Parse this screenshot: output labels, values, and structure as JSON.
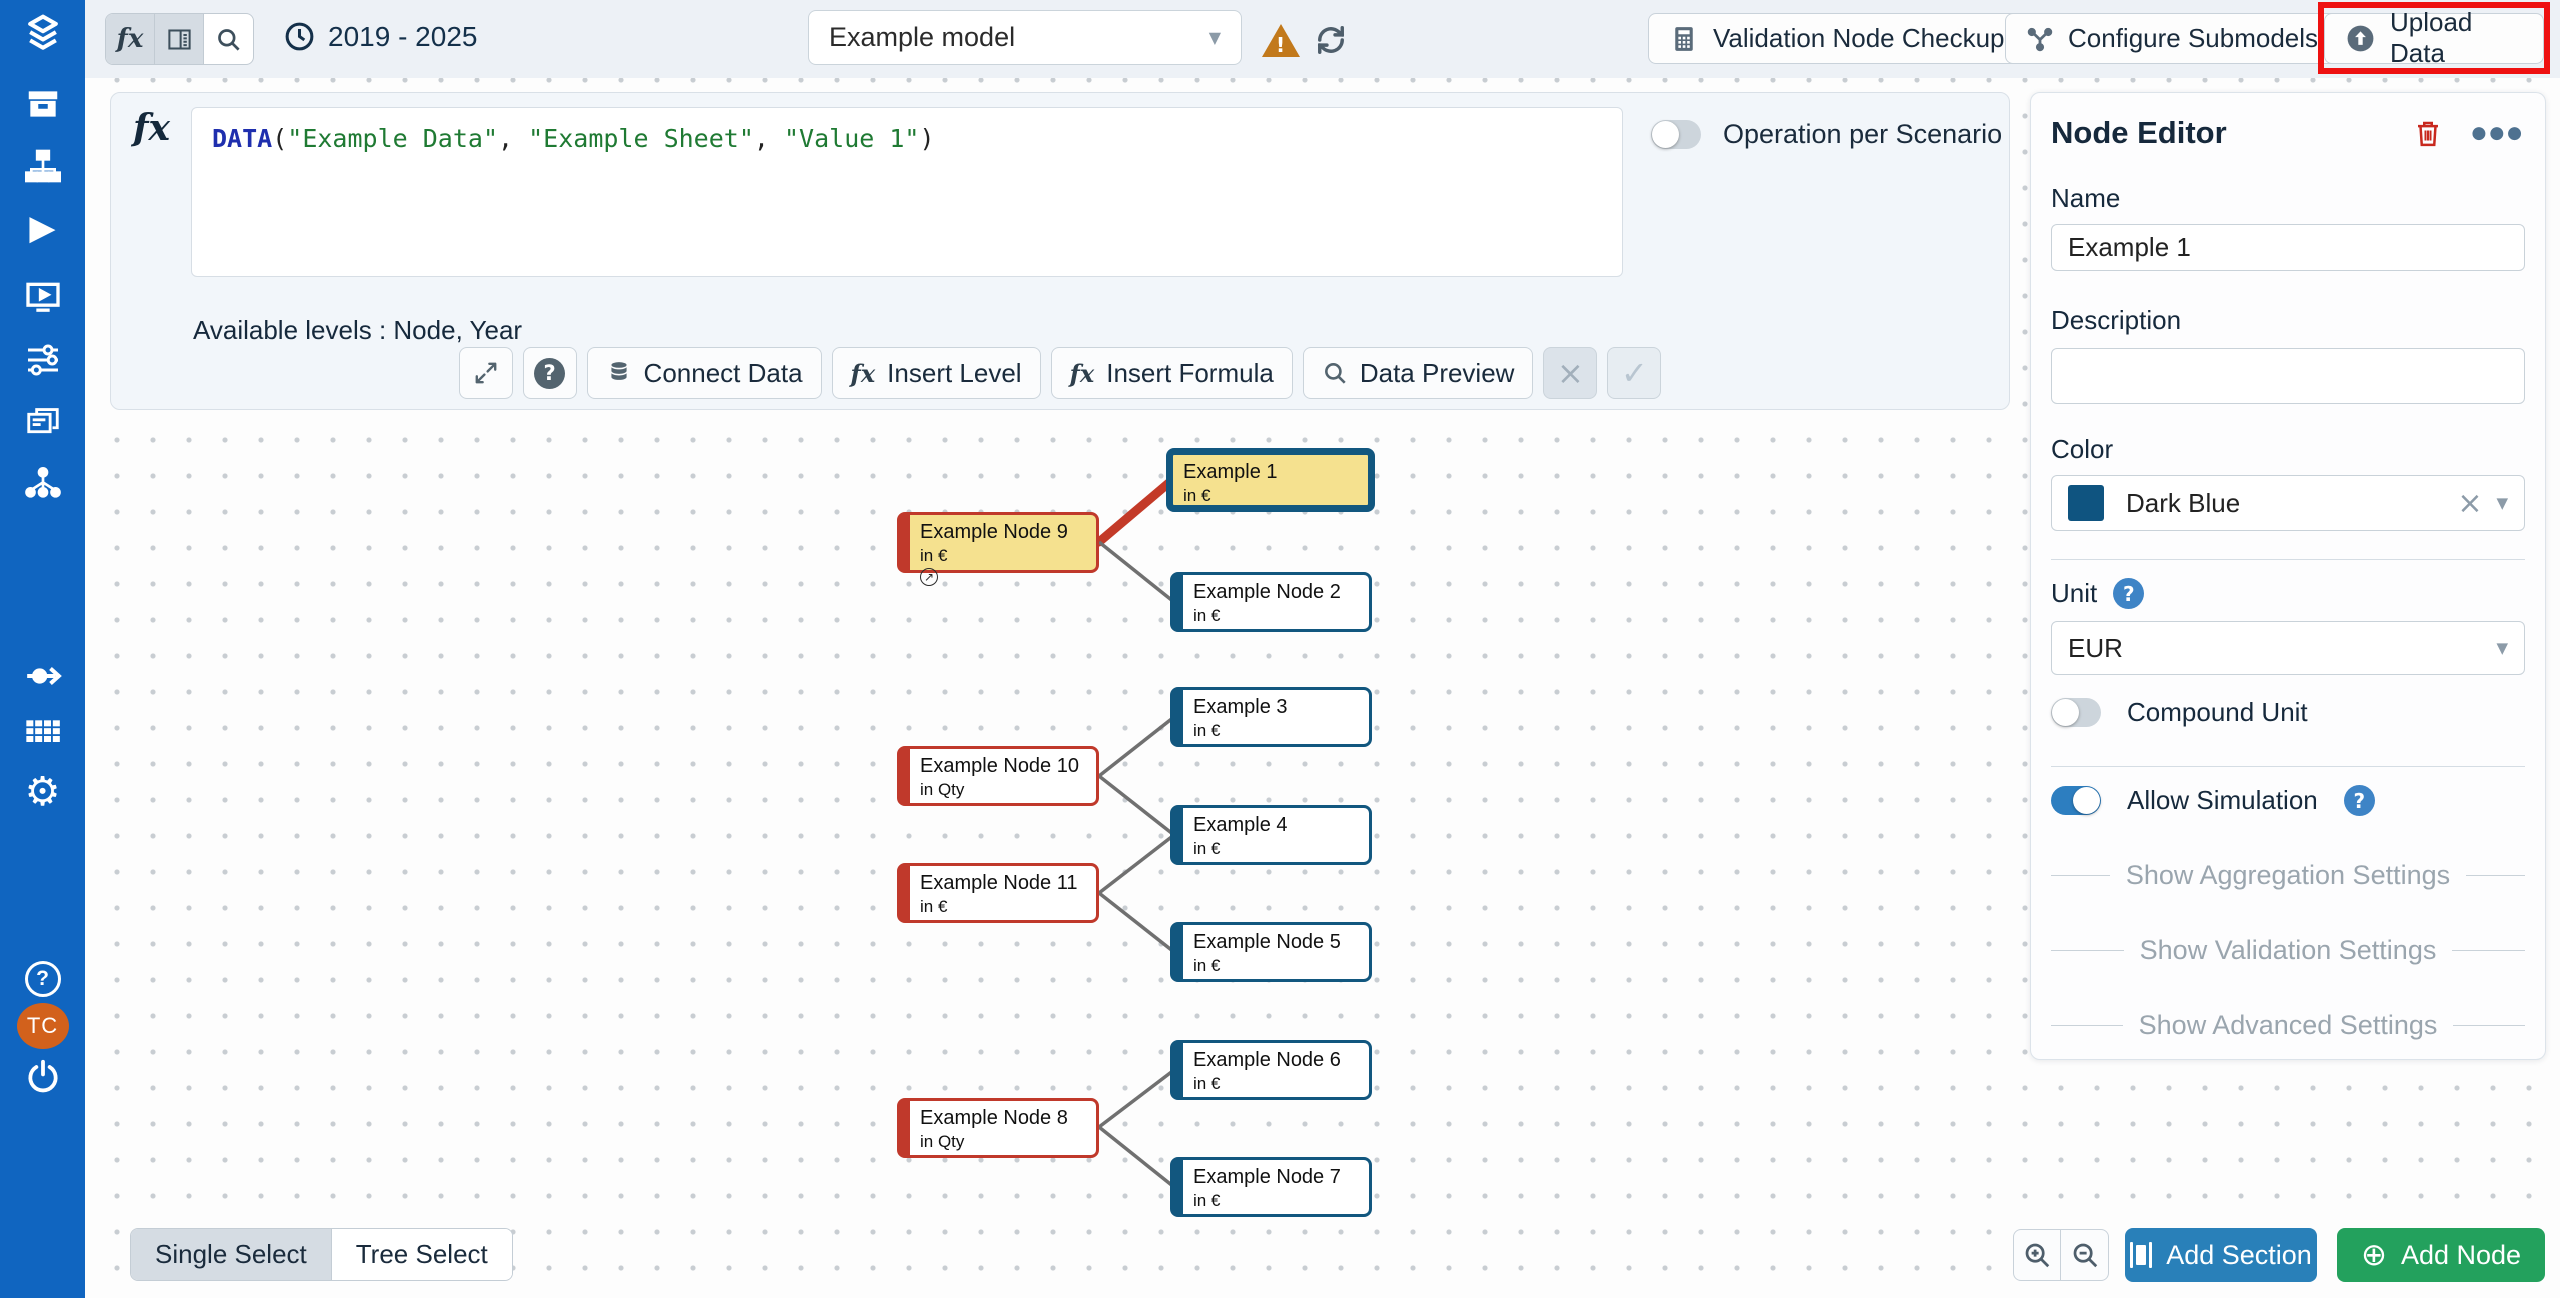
{
  "icons": {
    "help_glyph": "?",
    "more_glyph": "●●●",
    "caret_glyph": "▼",
    "close_glyph": "×",
    "check_glyph": "✓",
    "warning_glyph": "!",
    "link_arrow_glyph": "↗",
    "gear_glyph": "⚙",
    "play_glyph": "▶",
    "plus_circle_glyph": "⊕",
    "fx_glyph": "fx",
    "avatar_initials": "TC"
  },
  "toolbar": {
    "time_range": "2019 - 2025",
    "model_select_value": "Example model",
    "validation_button": "Validation Node Checkup",
    "configure_button": "Configure Submodels",
    "upload_button": "Upload Data"
  },
  "formula_editor": {
    "formula": {
      "fn": "DATA",
      "open": "(",
      "s1": "\"Example Data\"",
      "c1": ", ",
      "s2": "\"Example Sheet\"",
      "c2": ", ",
      "s3": "\"Value 1\"",
      "close": ")"
    },
    "scenario_toggle_label": "Operation per Scenario",
    "levels_text": "Available levels : Node, Year",
    "connect_data_button": "Connect Data",
    "insert_level_button": "Insert Level",
    "insert_formula_button": "Insert Formula",
    "data_preview_button": "Data Preview"
  },
  "canvas": {
    "nodes": [
      {
        "label": "Example 1",
        "unit": "in €"
      },
      {
        "label": "Example Node 9",
        "unit": "in €"
      },
      {
        "label": "Example Node 2",
        "unit": "in €"
      },
      {
        "label": "Example 3",
        "unit": "in €"
      },
      {
        "label": "Example Node 10",
        "unit": "in Qty"
      },
      {
        "label": "Example 4",
        "unit": "in €"
      },
      {
        "label": "Example Node 11",
        "unit": "in €"
      },
      {
        "label": "Example Node 5",
        "unit": "in €"
      },
      {
        "label": "Example Node 6",
        "unit": "in €"
      },
      {
        "label": "Example Node 8",
        "unit": "in Qty"
      },
      {
        "label": "Example Node 7",
        "unit": "in €"
      }
    ]
  },
  "node_editor": {
    "title": "Node Editor",
    "name_label": "Name",
    "name_value": "Example 1",
    "description_label": "Description",
    "description_value": "",
    "color_label": "Color",
    "color_value": "Dark Blue",
    "unit_label": "Unit",
    "unit_value": "EUR",
    "compound_unit_label": "Compound Unit",
    "allow_simulation_label": "Allow Simulation",
    "aggregation_link": "Show Aggregation Settings",
    "validation_link": "Show Validation Settings",
    "advanced_link": "Show Advanced Settings"
  },
  "footer": {
    "single_select": "Single Select",
    "tree_select": "Tree Select",
    "add_section": "Add Section",
    "add_node": "Add Node"
  },
  "colors": {
    "sidebar_blue": "#1065C0",
    "accent_blue": "#2980B9",
    "action_green": "#23A15D",
    "node_dark_blue": "#12577F",
    "node_red": "#C0392B",
    "node_yellow": "#F5E18F",
    "warning_orange": "#C2791B",
    "danger_red": "#C8281E",
    "highlight_red": "#EE1111",
    "toggle_on_blue": "#2D7EC0",
    "avatar_orange": "#D2611C"
  }
}
